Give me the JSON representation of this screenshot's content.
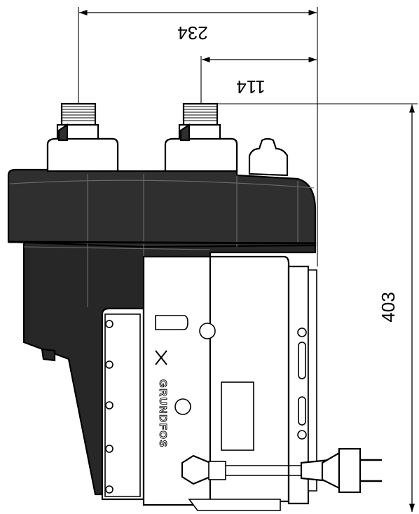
{
  "drawing": {
    "dimensions": [
      {
        "id": "overall-width",
        "label": "234"
      },
      {
        "id": "offset",
        "label": "114"
      },
      {
        "id": "height",
        "label": "403"
      }
    ],
    "brand_text": "GRUNDFOS",
    "colors": {
      "ink": "#000000",
      "body": "#2f2f2f",
      "background": "#ffffff"
    }
  }
}
